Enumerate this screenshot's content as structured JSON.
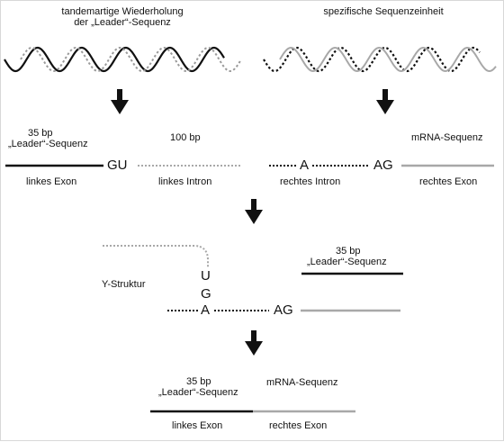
{
  "top": {
    "left_title_1": "tandemartige Wiederholung",
    "left_title_2": "der „Leader“-Sequenz",
    "right_title": "spezifische Sequenzeinheit"
  },
  "row1": {
    "leader_bp": "35 bp",
    "leader_seq": "„Leader“-Sequenz",
    "intron_bp": "100 bp",
    "mrna_seq": "mRNA-Sequenz",
    "gu": "GU",
    "a": "A",
    "ag": "AG",
    "linkes_exon": "linkes Exon",
    "linkes_intron": "linkes Intron",
    "rechtes_intron": "rechtes Intron",
    "rechtes_exon": "rechtes Exon"
  },
  "row2": {
    "y_struktur": "Y-Struktur",
    "u": "U",
    "g": "G",
    "a": "A",
    "ag": "AG",
    "leader_bp": "35 bp",
    "leader_seq": "„Leader“-Sequenz"
  },
  "row3": {
    "leader_bp": "35 bp",
    "leader_seq": "„Leader“-Sequenz",
    "mrna_seq": "mRNA-Sequenz",
    "linkes_exon": "linkes Exon",
    "rechtes_exon": "rechtes Exon"
  },
  "colors": {
    "black": "#111111",
    "gray": "#a8a8a8"
  }
}
